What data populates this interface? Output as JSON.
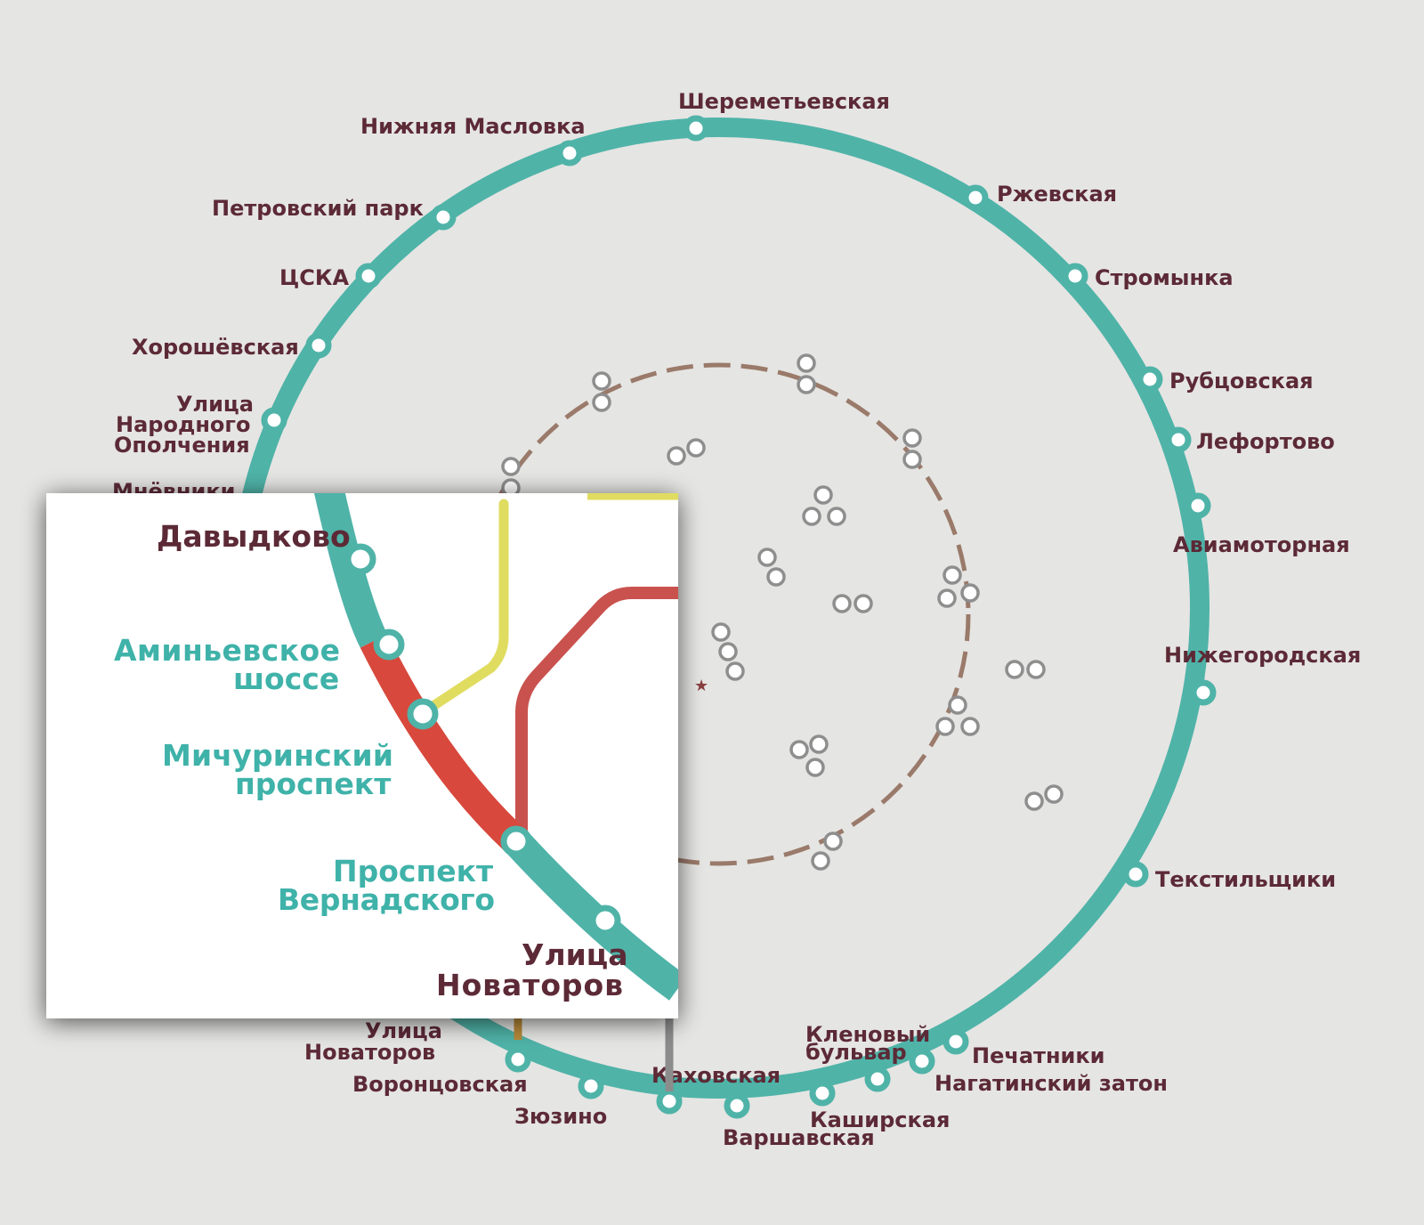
{
  "colors": {
    "background": "#e5e5e3",
    "inset_background": "#ffffff",
    "big_circle": "#4fb3a8",
    "small_circle_dashed": "#9a7a6a",
    "label_text": "#5c2a36",
    "inset_teal_text": "#3fb2a9",
    "line_red": "#c9524e",
    "line_orange": "#d9a54e",
    "line_light_green": "#a9bf83",
    "line_dark_green": "#3d5e42",
    "line_grey": "#8c8c8c",
    "line_purple": "#5e4b8a",
    "line_blue": "#4c5b94",
    "line_yellow": "#e0dc60",
    "line_inset_red": "#d8483c"
  },
  "outer_ring_stations": [
    "Шереметьевская",
    "Нижняя Масловка",
    "Петровский парк",
    "ЦСКА",
    "Хорошёвская",
    "Улица Народного Ополчения",
    "Мнёвники",
    "Ржевская",
    "Стромынка",
    "Рубцовская",
    "Лефортово",
    "Авиамоторная",
    "Нижегородская",
    "Текстильщики",
    "Печатники",
    "Нагатинский затон",
    "Кленовый бульвар",
    "Каширская",
    "Варшавская",
    "Каховская",
    "Зюзино",
    "Воронцовская",
    "Улица Новаторов"
  ],
  "labels": {
    "sheremetyevskaya": "Шереметьевская",
    "nizhnyaya_maslovka": "Нижняя Масловка",
    "petrovsky_park": "Петровский парк",
    "cska": "ЦСКА",
    "khoroshevskaya": "Хорошёвская",
    "narodnogo_1": "Улица",
    "narodnogo_2": "Народного",
    "narodnogo_3": "Ополчения",
    "mnevniki": "Мнёвники",
    "rzhevskaya": "Ржевская",
    "stromynka": "Стромынка",
    "rubtsovskaya": "Рубцовская",
    "lefortovo": "Лефортово",
    "aviamotornaya": "Авиамоторная",
    "nizhegorodskaya": "Нижегородская",
    "tekstilshchiki": "Текстильщики",
    "pechatniki": "Печатники",
    "nagatinsky": "Нагатинский затон",
    "klenovy_1": "Кленовый",
    "klenovy_2": "бульвар",
    "kashirskaya": "Каширская",
    "varshavskaya": "Варшавская",
    "kakhovskaya": "Каховская",
    "zyuzino": "Зюзино",
    "vorontsovskaya": "Воронцовская",
    "novatorov_1": "Улица",
    "novatorov_2": "Новаторов"
  },
  "inset": {
    "davydkovo": "Давыдково",
    "aminyevskoe_1": "Аминьевское",
    "aminyevskoe_2": "шоссе",
    "michurinsky_1": "Мичуринский",
    "michurinsky_2": "проспект",
    "vernadskogo_1": "Проспект",
    "vernadskogo_2": "Вернадского",
    "novatorov_1": "Улица",
    "novatorov_2": "Новаторов"
  }
}
